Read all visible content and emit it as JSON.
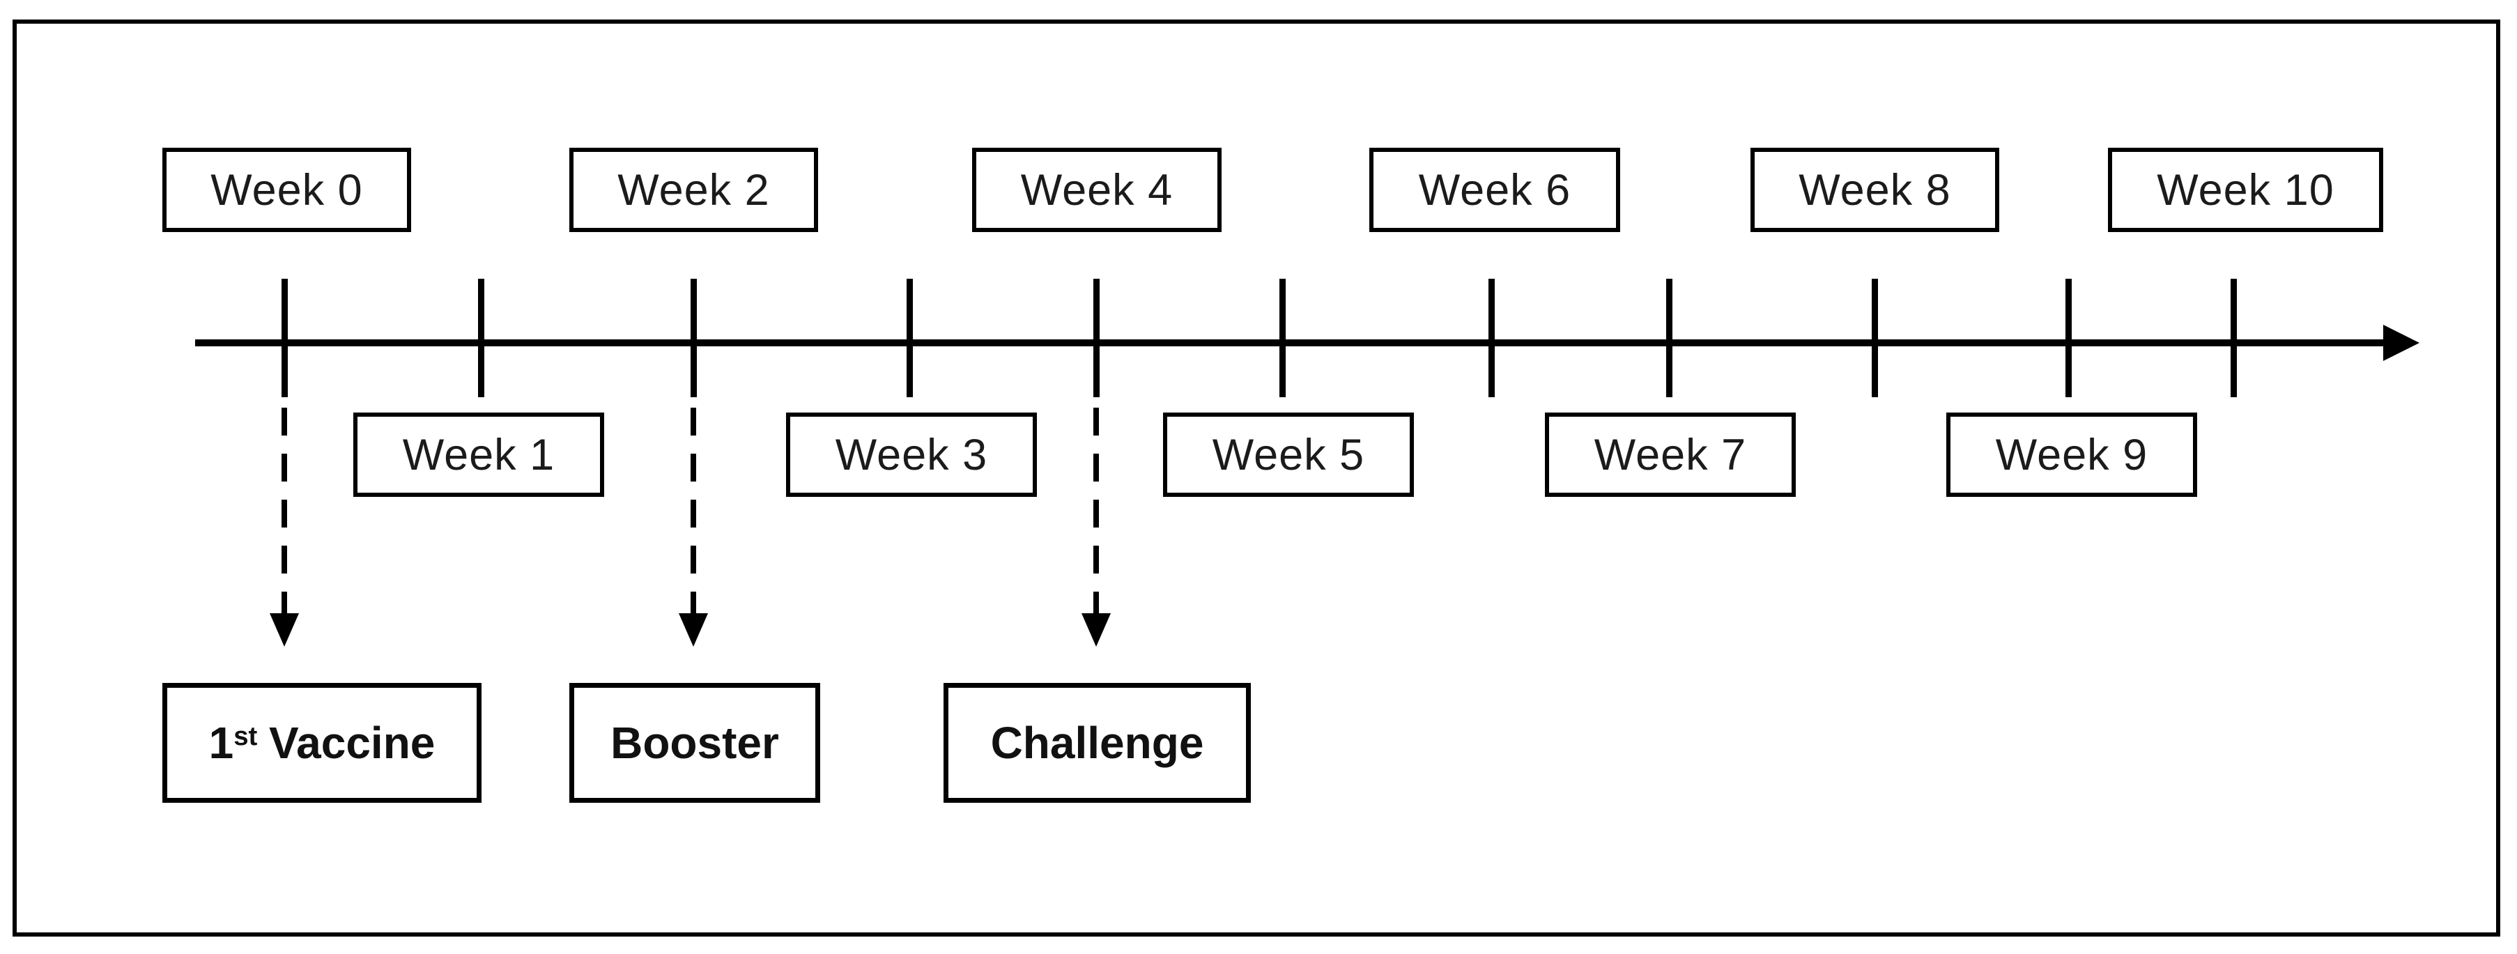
{
  "diagram": {
    "type": "timeline",
    "description": "Vaccination study schedule timeline",
    "axis": {
      "orientation": "horizontal",
      "arrow_direction": "right",
      "tick_count": 11
    },
    "weeks": [
      {
        "label": "Week 0",
        "position": "above"
      },
      {
        "label": "Week 1",
        "position": "below"
      },
      {
        "label": "Week 2",
        "position": "above"
      },
      {
        "label": "Week 3",
        "position": "below"
      },
      {
        "label": "Week 4",
        "position": "above"
      },
      {
        "label": "Week 5",
        "position": "below"
      },
      {
        "label": "Week 6",
        "position": "above"
      },
      {
        "label": "Week 7",
        "position": "below"
      },
      {
        "label": "Week 8",
        "position": "above"
      },
      {
        "label": "Week 9",
        "position": "below"
      },
      {
        "label": "Week 10",
        "position": "above"
      }
    ],
    "events": [
      {
        "target_week": "Week 0",
        "number": "1",
        "ordinal_suffix": "st",
        "name": "Vaccine"
      },
      {
        "target_week": "Week 2",
        "name": "Booster"
      },
      {
        "target_week": "Week 4",
        "name": "Challenge"
      }
    ],
    "colors": {
      "ink": "#000000",
      "paper": "#ffffff"
    }
  }
}
